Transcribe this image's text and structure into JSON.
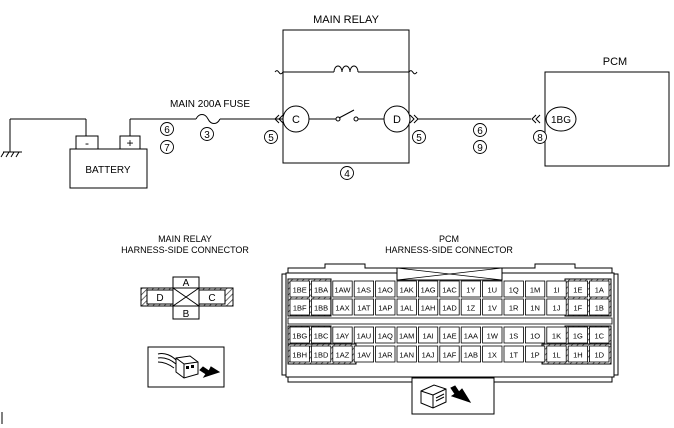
{
  "main_relay": {
    "title": "MAIN RELAY",
    "terminal_c": "C",
    "terminal_d": "D"
  },
  "battery": {
    "label": "BATTERY",
    "minus": "-",
    "plus": "+"
  },
  "fuse": {
    "label": "MAIN 200A FUSE"
  },
  "pcm": {
    "title": "PCM",
    "terminal": "1BG"
  },
  "callouts": {
    "bat_top": "6",
    "bat_bottom": "7",
    "fuse": "3",
    "relay_in": "5",
    "relay_out": "5",
    "relay_under": "4",
    "wire_top": "6",
    "wire_bottom": "9",
    "pcm_in": "8"
  },
  "relay_connector": {
    "title_line1": "MAIN RELAY",
    "title_line2": "HARNESS-SIDE CONNECTOR",
    "pins": {
      "a": "A",
      "b": "B",
      "c": "C",
      "d": "D"
    }
  },
  "pcm_connector": {
    "title_line1": "PCM",
    "title_line2": "HARNESS-SIDE CONNECTOR",
    "rows": [
      [
        "1BE",
        "1BA",
        "1AW",
        "1AS",
        "1AO",
        "1AK",
        "1AG",
        "1AC",
        "1Y",
        "1U",
        "1Q",
        "1M",
        "1I",
        "1E",
        "1A"
      ],
      [
        "1BF",
        "1BB",
        "1AX",
        "1AT",
        "1AP",
        "1AL",
        "1AH",
        "1AD",
        "1Z",
        "1V",
        "1R",
        "1N",
        "1J",
        "1F",
        "1B"
      ],
      [
        "1BG",
        "1BC",
        "1AY",
        "1AU",
        "1AQ",
        "1AM",
        "1AI",
        "1AE",
        "1AA",
        "1W",
        "1S",
        "1O",
        "1K",
        "1G",
        "1C"
      ],
      [
        "1BH",
        "1BD",
        "1AZ",
        "1AV",
        "1AR",
        "1AN",
        "1AJ",
        "1AF",
        "1AB",
        "1X",
        "1T",
        "1P",
        "1L",
        "1H",
        "1D"
      ]
    ]
  }
}
